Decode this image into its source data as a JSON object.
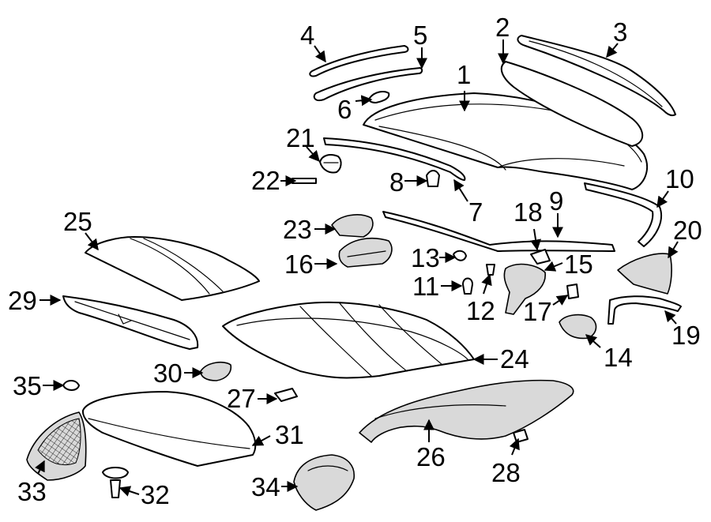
{
  "callouts": [
    {
      "id": "1",
      "label": "1"
    },
    {
      "id": "2",
      "label": "2"
    },
    {
      "id": "3",
      "label": "3"
    },
    {
      "id": "4",
      "label": "4"
    },
    {
      "id": "5",
      "label": "5"
    },
    {
      "id": "6",
      "label": "6"
    },
    {
      "id": "7",
      "label": "7"
    },
    {
      "id": "8",
      "label": "8"
    },
    {
      "id": "9",
      "label": "9"
    },
    {
      "id": "10",
      "label": "10"
    },
    {
      "id": "11",
      "label": "11"
    },
    {
      "id": "12",
      "label": "12"
    },
    {
      "id": "13",
      "label": "13"
    },
    {
      "id": "14",
      "label": "14"
    },
    {
      "id": "15",
      "label": "15"
    },
    {
      "id": "16",
      "label": "16"
    },
    {
      "id": "17",
      "label": "17"
    },
    {
      "id": "18",
      "label": "18"
    },
    {
      "id": "19",
      "label": "19"
    },
    {
      "id": "20",
      "label": "20"
    },
    {
      "id": "21",
      "label": "21"
    },
    {
      "id": "22",
      "label": "22"
    },
    {
      "id": "23",
      "label": "23"
    },
    {
      "id": "24",
      "label": "24"
    },
    {
      "id": "25",
      "label": "25"
    },
    {
      "id": "26",
      "label": "26"
    },
    {
      "id": "27",
      "label": "27"
    },
    {
      "id": "28",
      "label": "28"
    },
    {
      "id": "29",
      "label": "29"
    },
    {
      "id": "30",
      "label": "30"
    },
    {
      "id": "31",
      "label": "31"
    },
    {
      "id": "32",
      "label": "32"
    },
    {
      "id": "33",
      "label": "33"
    },
    {
      "id": "34",
      "label": "34"
    },
    {
      "id": "35",
      "label": "35"
    }
  ],
  "colors": {
    "line": "#000000",
    "background": "#ffffff",
    "shade": "#d9d9d9"
  }
}
